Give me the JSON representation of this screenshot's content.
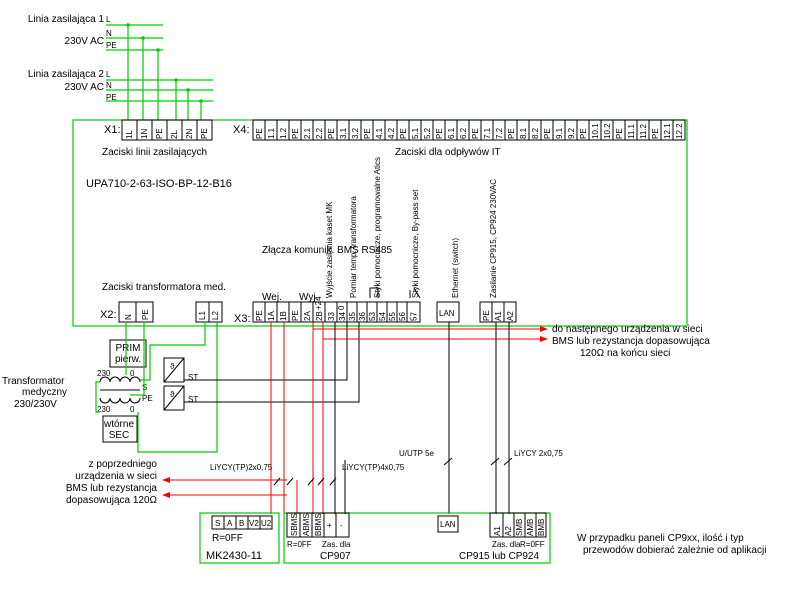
{
  "supply1": [
    "Linia zasilająca 1",
    "230V AC",
    "L",
    "N",
    "PE"
  ],
  "supply2": [
    "Linia zasilająca 2",
    "230V AC",
    "L",
    "N",
    "PE"
  ],
  "x1_label": "X1:",
  "x1_terms": [
    "1L",
    "1N",
    "PE",
    "2L",
    "2N",
    "PE"
  ],
  "x1_caption": "Zaciski linii zasilających",
  "x4_label": "X4:",
  "x4_terms": [
    "PE",
    "1.1",
    "1.2",
    "PE",
    "2.1",
    "2.2",
    "PE",
    "3.1",
    "3.2",
    "PE",
    "4.1",
    "4.2",
    "PE",
    "5.1",
    "5.2",
    "PE",
    "6.1",
    "6.2",
    "PE",
    "7.1",
    "7.2",
    "PE",
    "8.1",
    "8.2",
    "PE",
    "9.1",
    "9.2",
    "PE",
    "10.1",
    "10.2",
    "PE",
    "11.1",
    "11.2",
    "PE",
    "12.1",
    "12.2"
  ],
  "x4_caption": "Zaciski dla odpływów IT",
  "model": "UPA710-2-63-ISO-BP-12-B16",
  "groups": {
    "bms_title": "Złącza komunik. BMS RS485",
    "wej": "Wej.",
    "wyj": "Wyj.",
    "supply_out": "Wyjście zasilania kaset MK",
    "v24": "+24",
    "v0": "0",
    "temp": "Pomiar temp. transformatora",
    "aux_prog": "Styki pomocnicze, programowalne Atics",
    "aux_bypass": "Styki pomocnicze, By-pass set",
    "ethernet": "Ethernet (switch)",
    "cp_supply": "Zasilanie CP915, CP924 230VAC"
  },
  "x2_label": "X2:",
  "x2_terms": [
    "N",
    "PE",
    "L1",
    "L2"
  ],
  "x2_caption": "Zaciski transformatora med.",
  "x3_label": "X3:",
  "x3_terms": [
    "PE",
    "1A",
    "1B",
    "PE",
    "2A",
    "2B",
    "33",
    "34",
    "35",
    "36",
    "53",
    "54",
    "55",
    "56",
    "57",
    "LAN",
    "PE",
    "A1",
    "A2"
  ],
  "transformer": {
    "prim": "PRIM",
    "pierw": "pierw.",
    "v230a": "230",
    "v0a": "0",
    "name": "Transformator medyczny 230/230V",
    "s": "S",
    "pe": "PE",
    "v230b": "230",
    "v0b": "0",
    "wtorne": "wtórne",
    "sec": "SEC",
    "st1": "ST",
    "st2": "ST",
    "theta": "ϑ"
  },
  "notes": {
    "next_device": "do następnego urządzenia w sieci",
    "next_bms": "BMS lub rezystancja dopasowująca",
    "next_res": "120Ω na końcu sieci",
    "prev_device": "z poprzedniego",
    "prev_device2": "urządzenia w sieci",
    "prev_bms": "BMS lub rezystancja",
    "prev_res": "dopasowująca 120Ω",
    "cable1": "LiYCY(TP)2x0,75",
    "cable2": "LiYCY(TP)4x0,75",
    "cable3": "U/UTP 5e",
    "cable4": "LiYCY 2x0,75",
    "remark1": "W przypadku paneli CP9xx, ilość i typ",
    "remark2": "przewodów dobierać zależnie od aplikacji"
  },
  "mk": {
    "terms": [
      "S",
      "A",
      "B",
      "V2",
      "U2"
    ],
    "r": "R=0FF",
    "name": "MK2430-11"
  },
  "cp907": {
    "terms": [
      "SBMS",
      "ABMS",
      "BBMS",
      "+",
      "-"
    ],
    "r": "R=0FF",
    "zas": "Zas. dla",
    "name": "CP907"
  },
  "cp915": {
    "lan": "LAN",
    "terms": [
      "A1",
      "A2",
      "SMB",
      "AMB",
      "BMB"
    ],
    "zas": "Zas. dla",
    "r": "R=0FF",
    "name": "CP915 lub CP924"
  }
}
